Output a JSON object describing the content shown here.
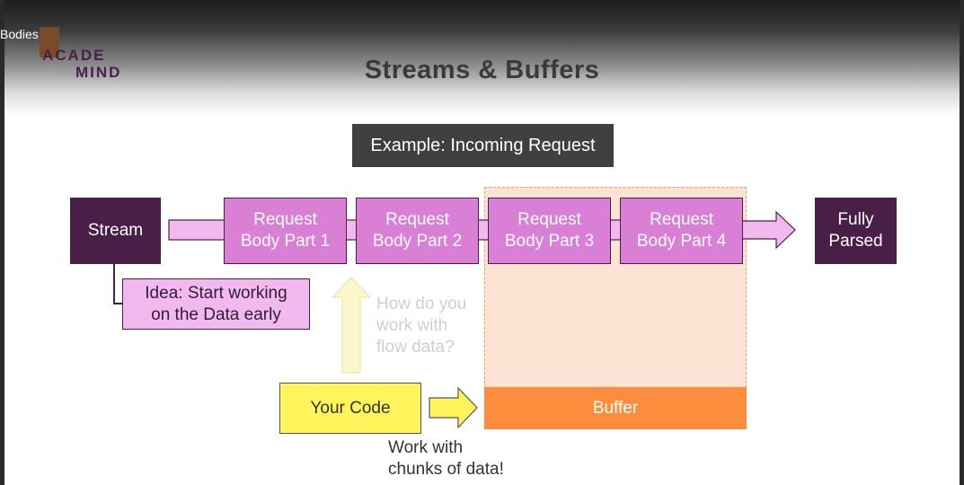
{
  "tooltip": "Bodies",
  "logo": {
    "line1": "ACADE",
    "line2": "MIND"
  },
  "title": "Streams & Buffers",
  "example": "Example: Incoming Request",
  "stream": "Stream",
  "parts": [
    {
      "line1": "Request",
      "line2": "Body Part 1"
    },
    {
      "line1": "Request",
      "line2": "Body Part 2"
    },
    {
      "line1": "Request",
      "line2": "Body Part 3"
    },
    {
      "line1": "Request",
      "line2": "Body Part 4"
    }
  ],
  "parsed": {
    "line1": "Fully",
    "line2": "Parsed"
  },
  "idea": {
    "line1": "Idea: Start working",
    "line2": "on the Data early"
  },
  "question": {
    "line1": "How do you",
    "line2": "work with",
    "line3": "flow data?"
  },
  "your_code": "Your Code",
  "buffer": "Buffer",
  "chunks": {
    "line1": "Work with",
    "line2": "chunks of data!"
  },
  "colors": {
    "plum": "#4a1f47",
    "part": "#d97fd6",
    "light_pink": "#f2b9ee",
    "buffer": "#fd8d3c",
    "buffer_zone": "#fde3d4",
    "yellow": "#fff45c",
    "dark_gray": "#404040"
  }
}
